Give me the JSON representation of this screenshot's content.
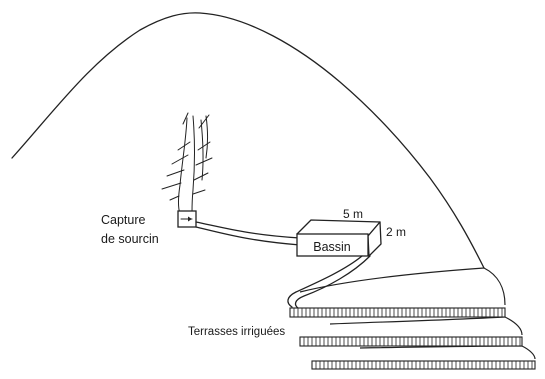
{
  "labels": {
    "capture_line1": "Capture",
    "capture_line2": "de sourcin",
    "bassin": "Bassin",
    "length": "5 m",
    "width": "2 m",
    "terraces": "Terrasses irriguées"
  },
  "colors": {
    "ink": "#222222",
    "background": "#ffffff"
  }
}
